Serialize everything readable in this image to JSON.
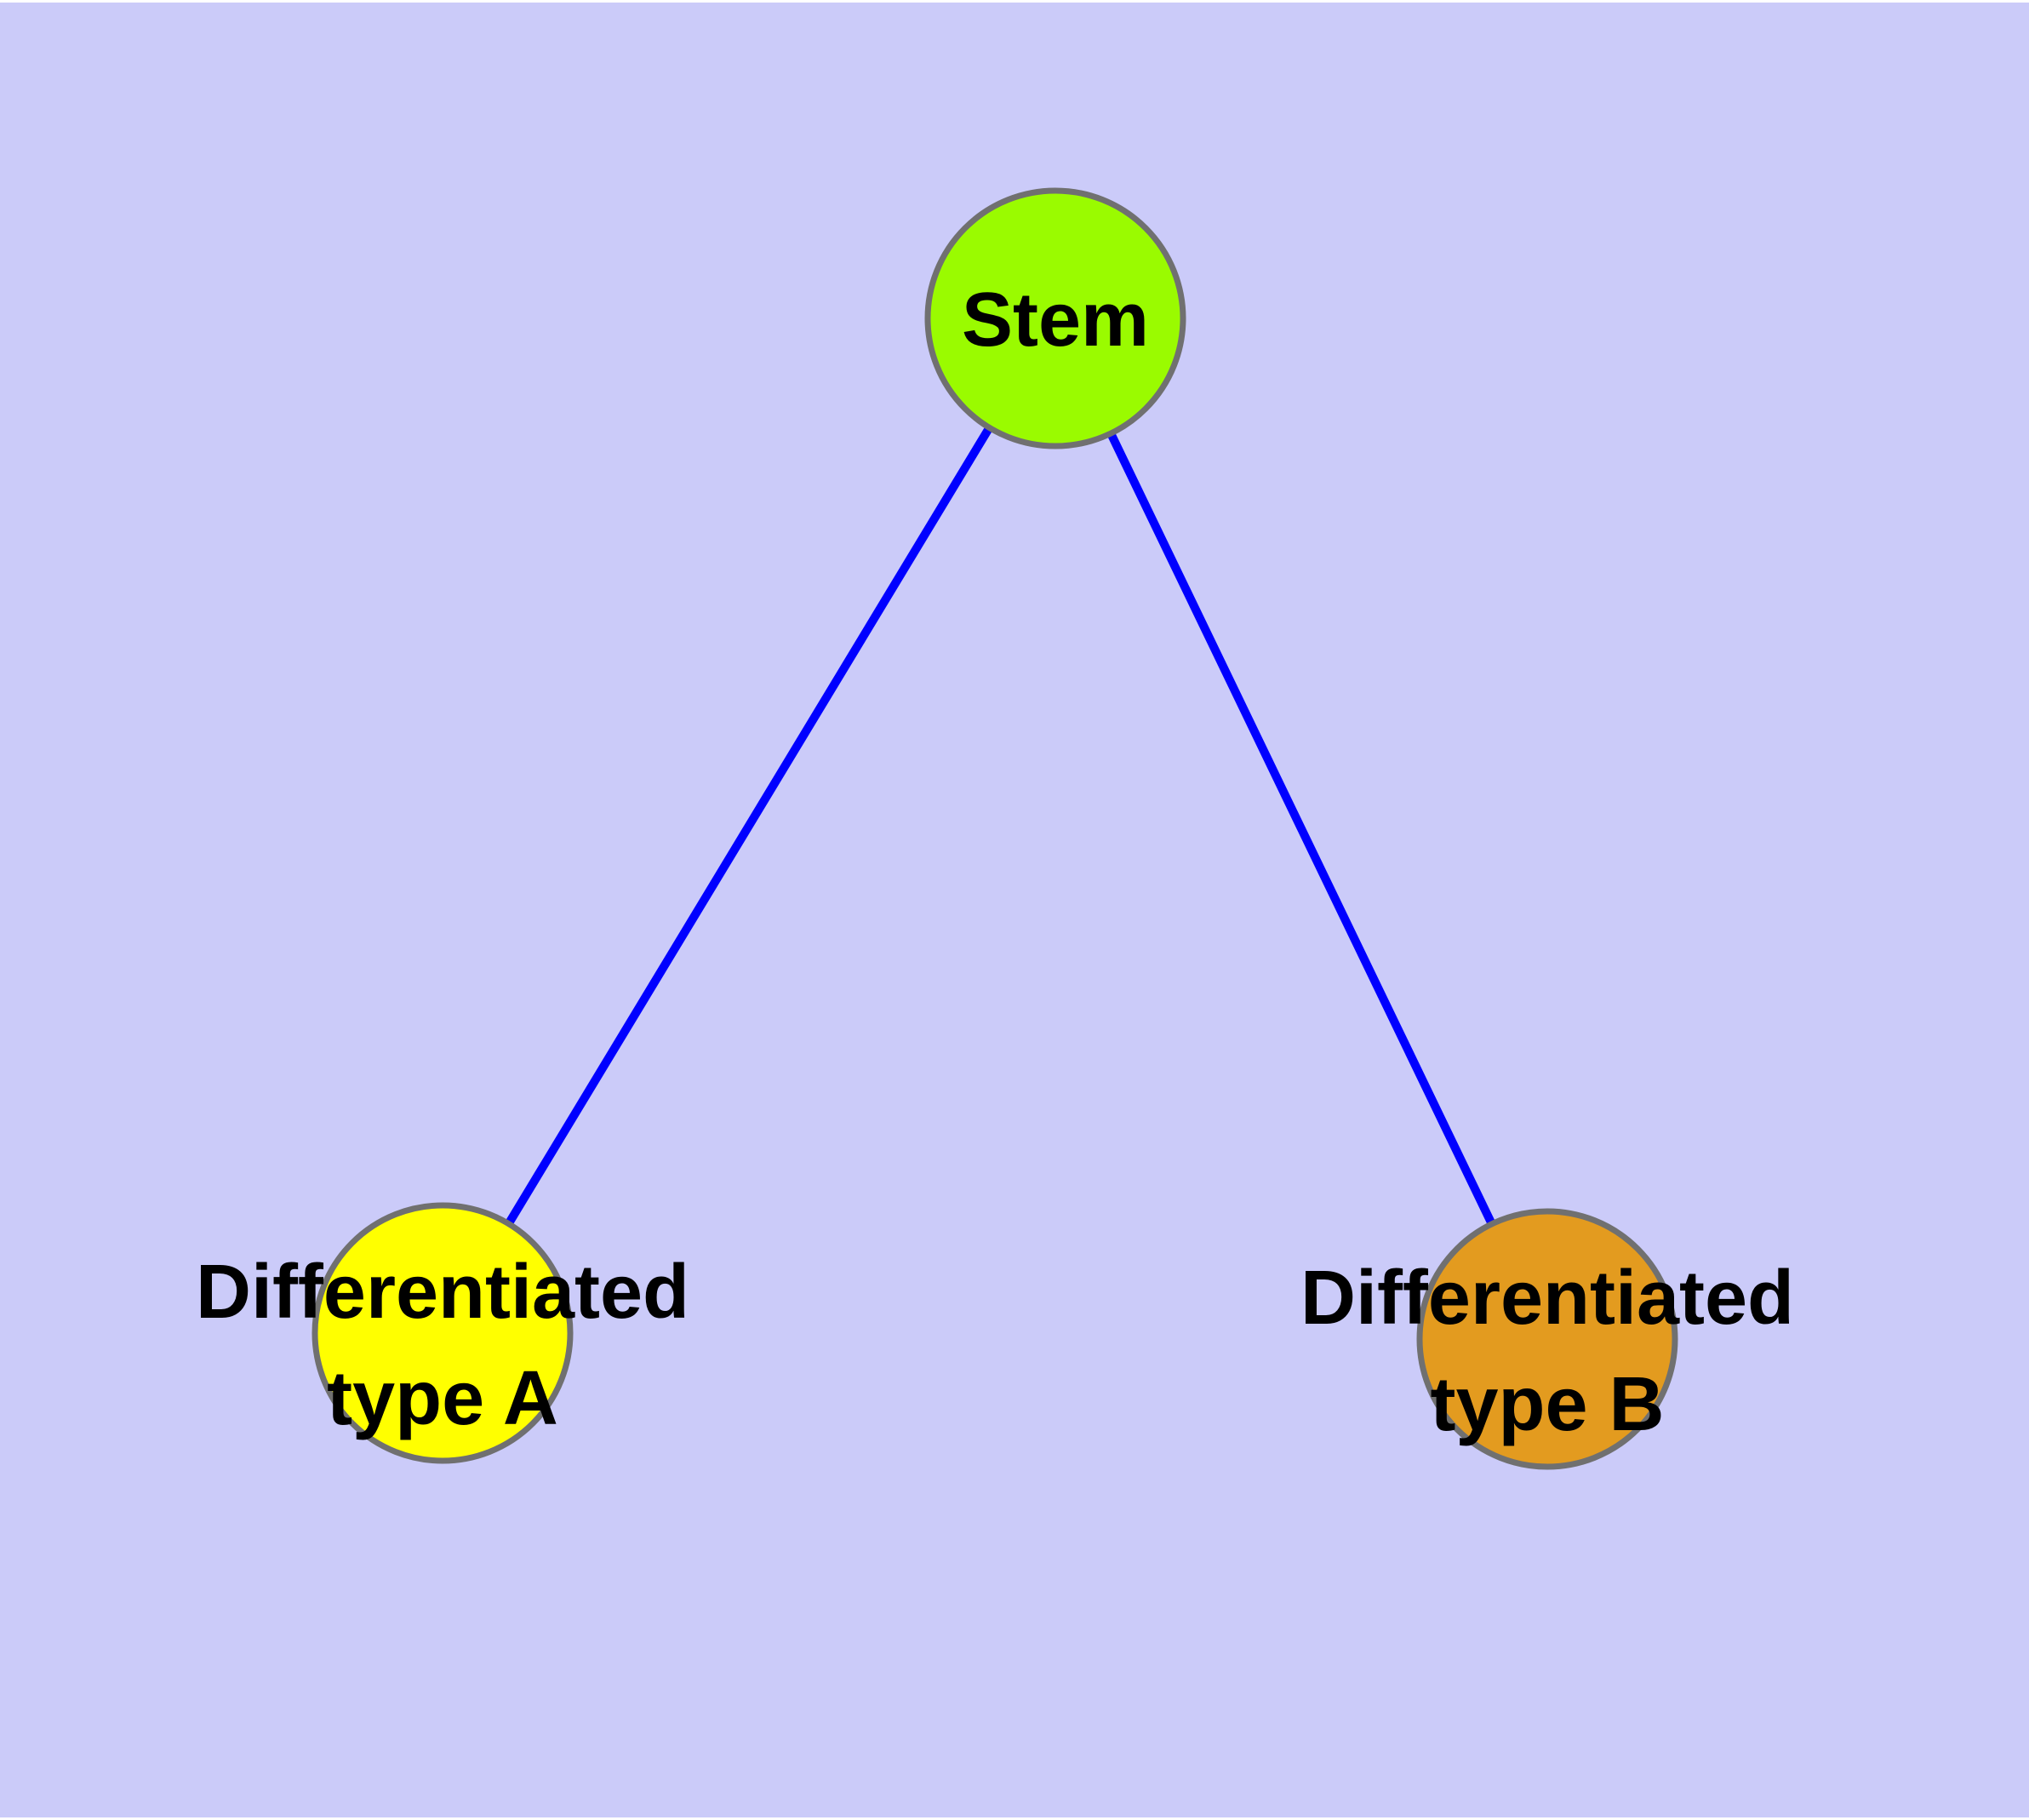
{
  "graph": {
    "background_color": "#CBCBF9",
    "margin_color": "#FFFFFF",
    "edge_color": "#0000FF",
    "node_border_color": "#707070",
    "label_color": "#000000",
    "nodes": [
      {
        "id": "stem",
        "label": "Stem",
        "label_lines": [
          "Stem"
        ],
        "fill": "#9AFB00"
      },
      {
        "id": "differentiated-type-a",
        "label": "Differentiated type A",
        "label_lines": [
          "Differentiated",
          "type A"
        ],
        "fill": "#FFFF00"
      },
      {
        "id": "differentiated-type-b",
        "label": "Differentiated type B",
        "label_lines": [
          "Differentiated",
          "type B"
        ],
        "fill": "#E39B1F"
      }
    ],
    "edges": [
      {
        "from": "Stem",
        "to": "Differentiated type A"
      },
      {
        "from": "Stem",
        "to": "Differentiated type B"
      }
    ]
  }
}
